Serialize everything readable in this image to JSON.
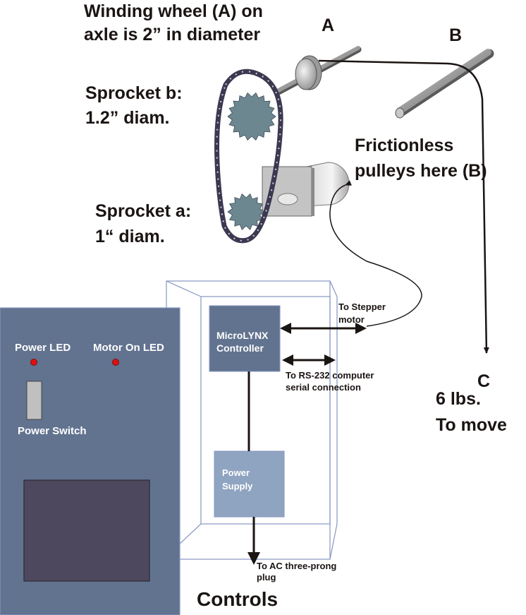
{
  "title_labels": {
    "winding_wheel_line1": "Winding wheel (A) on",
    "winding_wheel_line2": "axle is 2” in diameter",
    "point_a": "A",
    "point_b": "B",
    "point_c": "C",
    "sprocket_b_line1": "Sprocket b:",
    "sprocket_b_line2": "1.2” diam.",
    "sprocket_a_line1": "Sprocket a:",
    "sprocket_a_line2": "1“ diam.",
    "pulleys_line1": "Frictionless",
    "pulleys_line2": "pulleys here (B)",
    "load_line1": "6 lbs.",
    "load_line2": "To move"
  },
  "control_panel": {
    "power_led_label": "Power LED",
    "motor_led_label": "Motor On LED",
    "power_switch_label": "Power Switch"
  },
  "enclosure": {
    "controller_line1": "MicroLYNX",
    "controller_line2": "Controller",
    "power_supply_line1": "Power",
    "power_supply_line2": "Supply",
    "stepper_line1": "To Stepper",
    "stepper_line2": "motor",
    "rs232_line1": "To RS-232 computer",
    "rs232_line2": "serial connection",
    "ac_line1": "To AC three-prong",
    "ac_line2": "plug",
    "caption": "Controls"
  },
  "colors": {
    "panel": "#62738f",
    "panel_border": "#8796c2",
    "screen": "#4d485e",
    "controller": "#62738f",
    "power_supply": "#8fa4c1",
    "led": "#e01010",
    "enclosure_line": "#8796c2",
    "sprocket": "#6d8791",
    "chain": "#3b3850"
  }
}
